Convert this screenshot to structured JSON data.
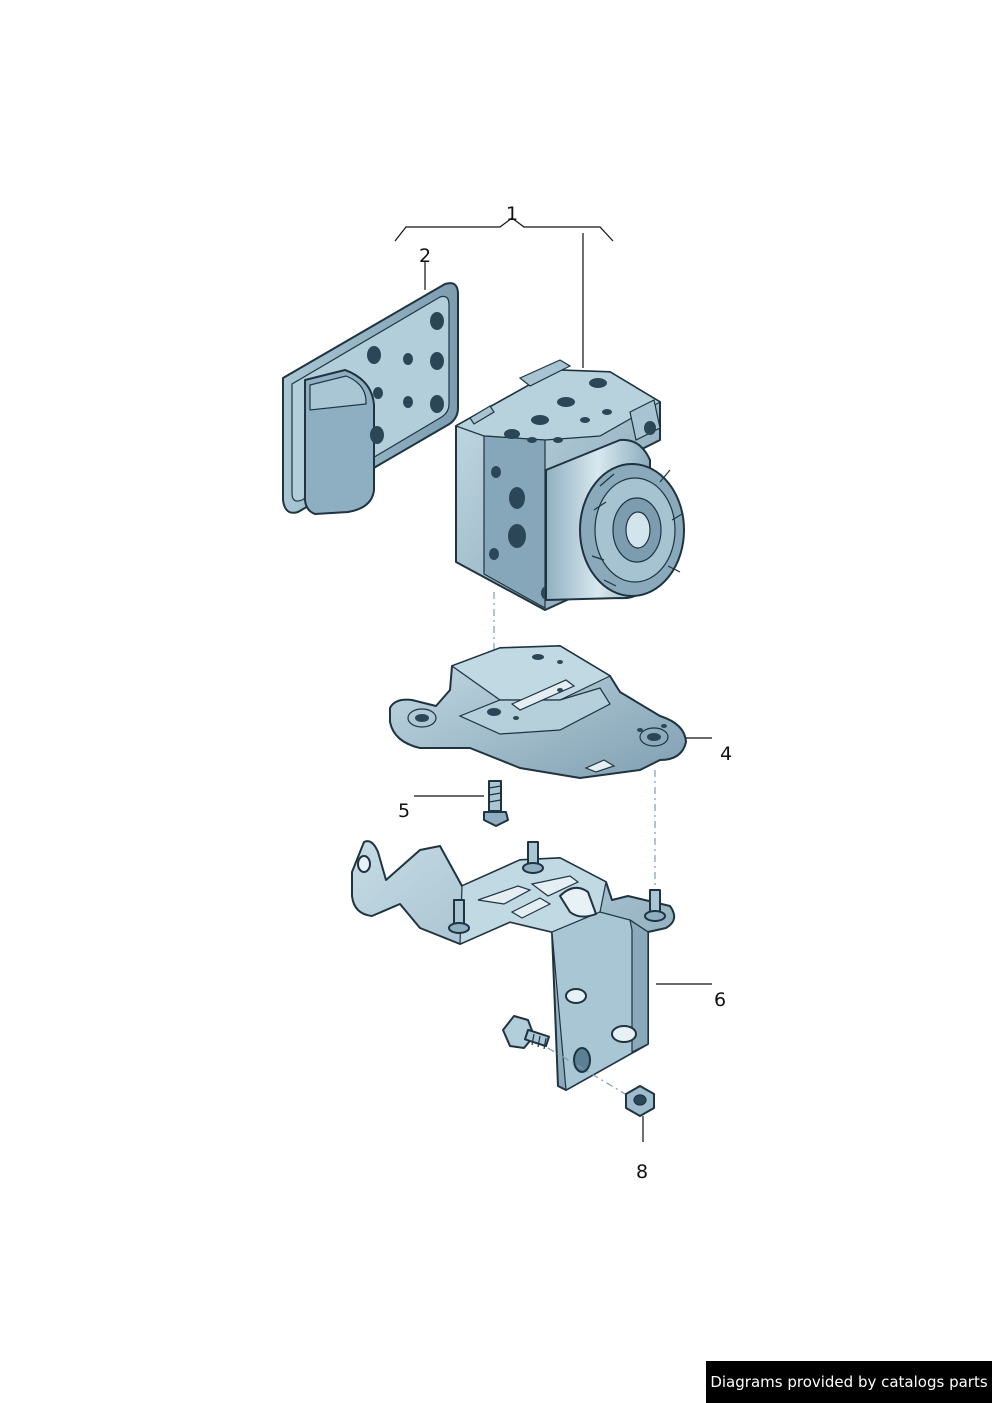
{
  "callouts": {
    "c1": "1",
    "c2": "2",
    "c4": "4",
    "c5": "5",
    "c6": "6",
    "c8": "8"
  },
  "footer": {
    "text": "Diagrams provided by catalogs parts"
  },
  "colors": {
    "part_fill": "#97b7c7",
    "part_light": "#c6dce6",
    "part_dark": "#6f92a6",
    "outline": "#1f3340",
    "banner_bg": "#000000",
    "banner_text": "#ffffff"
  }
}
